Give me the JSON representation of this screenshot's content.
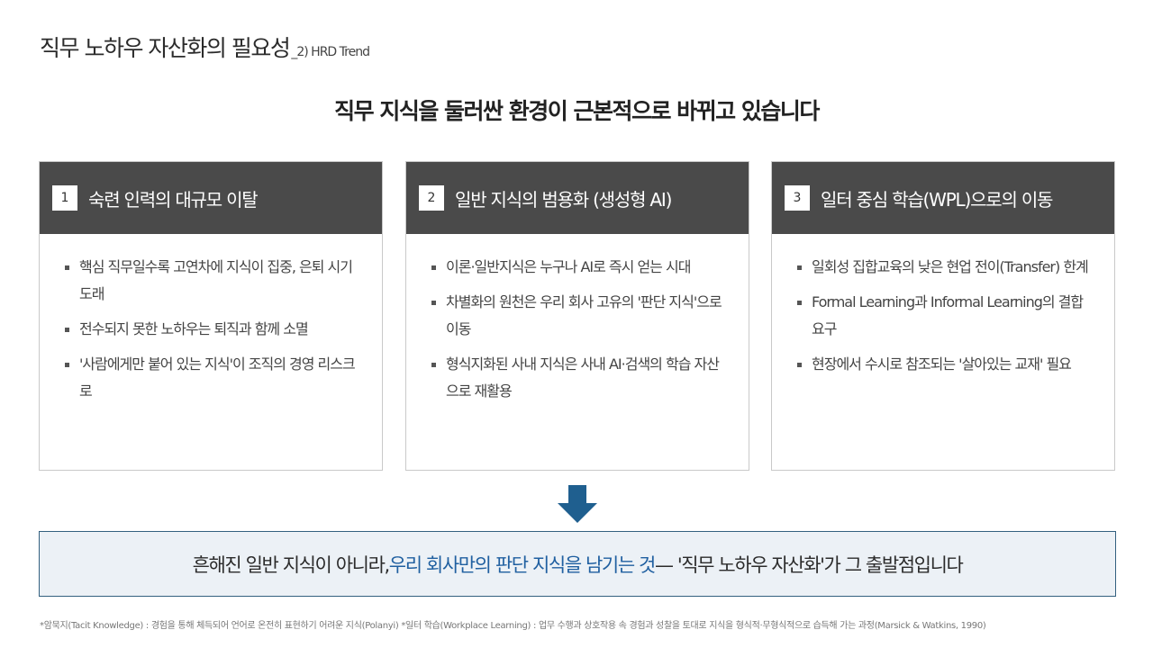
{
  "header": {
    "title": "직무 노하우 자산화의 필요성",
    "subtitle": "_2) HRD Trend"
  },
  "headline": "직무 지식을 둘러싼 환경이 근본적으로 바뀌고 있습니다",
  "cards": [
    {
      "number": "1",
      "title": "숙련 인력의 대규모 이탈",
      "bullets": [
        "핵심 직무일수록 고연차에 지식이 집중, 은퇴 시기 도래",
        "전수되지 못한 노하우는 퇴직과 함께 소멸",
        "'사람에게만 붙어 있는 지식'이 조직의 경영 리스크로"
      ]
    },
    {
      "number": "2",
      "title": "일반 지식의 범용화 (생성형 AI)",
      "bullets": [
        "이론·일반지식은 누구나 AI로 즉시 얻는 시대",
        "차별화의 원천은 우리 회사 고유의 '판단 지식'으로 이동",
        "형식지화된 사내 지식은 사내 AI·검색의 학습 자산으로 재활용"
      ]
    },
    {
      "number": "3",
      "title": "일터 중심 학습(WPL)으로의 이동",
      "bullets": [
        "일회성 집합교육의 낮은 현업 전이(Transfer) 한계",
        "Formal Learning과 Informal Learning의 결합 요구",
        "현장에서 수시로 참조되는 '살아있는 교재' 필요"
      ]
    }
  ],
  "colors": {
    "card_header": "#4a4a4a",
    "arrow": "#1f5f8f",
    "highlight": "#1f5fa0",
    "summary_bg": "#ecf1f6",
    "summary_border": "#33607f"
  },
  "arrow_icon": "arrow-down-icon",
  "summary": {
    "part1": "흔해진 일반 지식이 아니라, ",
    "highlight": "우리 회사만의 판단 지식을 남기는 것",
    "part2": " — '직무 노하우 자산화'가 그 출발점입니다"
  },
  "footnote": "*암묵지(Tacit Knowledge) : 경험을 통해 체득되어 언어로 온전히 표현하기 어려운 지식(Polanyi)   *일터 학습(Workplace Learning) : 업무 수행과 상호작용 속 경험과 성찰을 토대로 지식을 형식적·무형식적으로 습득해 가는 과정(Marsick & Watkins, 1990)"
}
